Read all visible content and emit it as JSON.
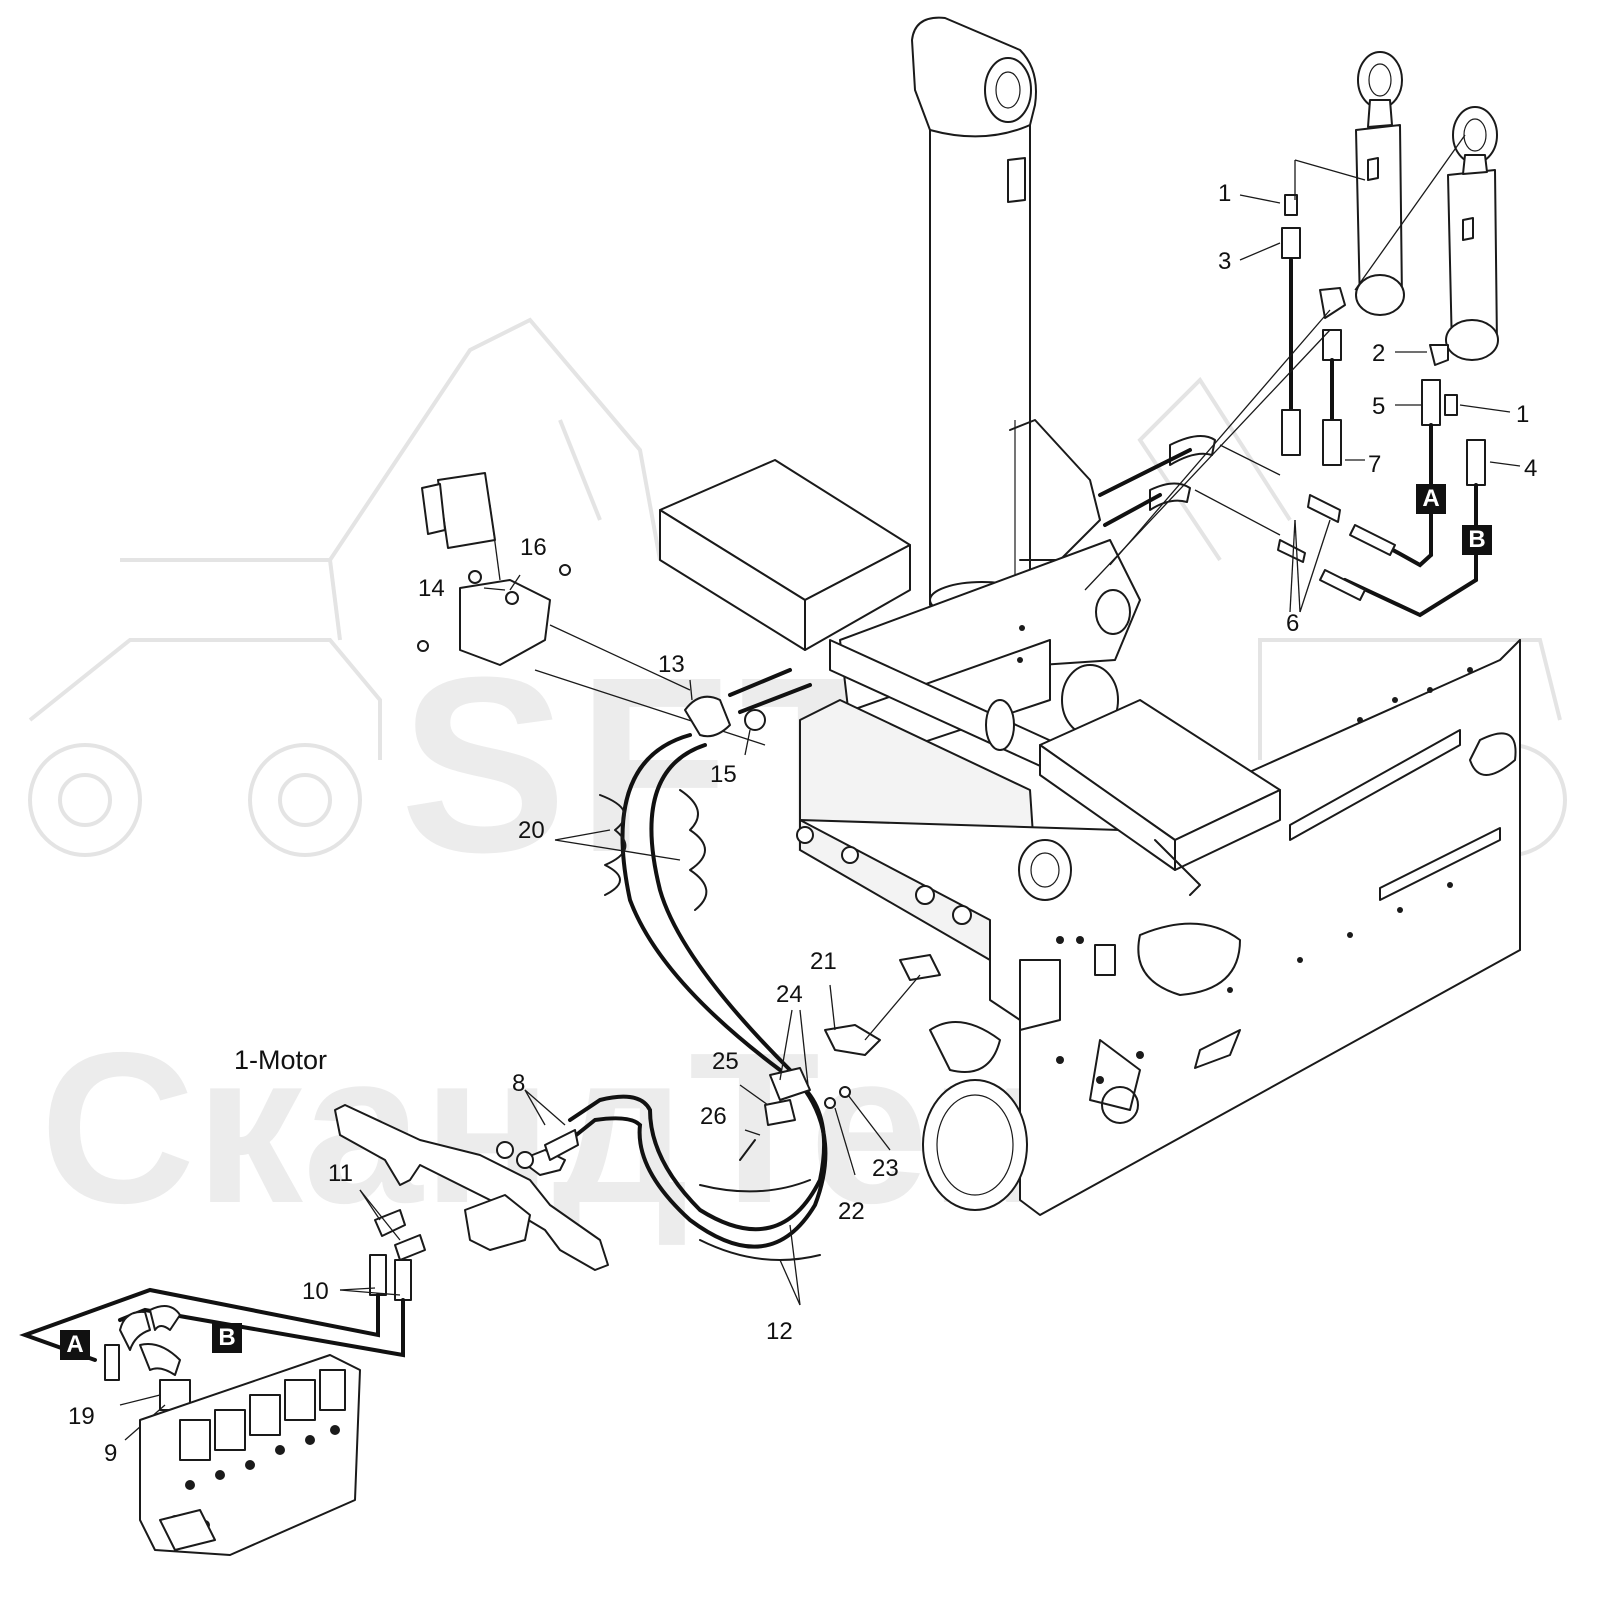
{
  "caption": "1-Motor",
  "watermark": {
    "logo": "SFT",
    "name": "СкандТек"
  },
  "callouts": {
    "c1a": "1",
    "c1b": "1",
    "c2": "2",
    "c3": "3",
    "c4": "4",
    "c5": "5",
    "c6": "6",
    "c7": "7",
    "c8": "8",
    "c9": "9",
    "c10": "10",
    "c11": "11",
    "c12": "12",
    "c13": "13",
    "c14": "14",
    "c15": "15",
    "c16": "16",
    "c19": "19",
    "c20": "20",
    "c21": "21",
    "c22": "22",
    "c23": "23",
    "c24": "24",
    "c25": "25",
    "c26": "26"
  },
  "ports": {
    "top_a": "A",
    "top_b": "B",
    "bottom_a": "A",
    "bottom_b": "B"
  }
}
